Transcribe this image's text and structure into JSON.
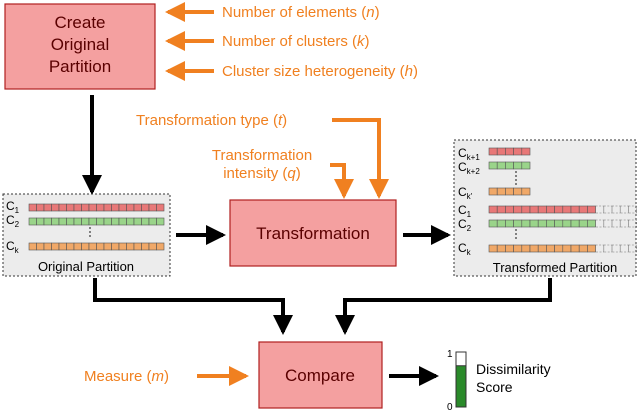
{
  "nodes": {
    "create": {
      "line1": "Create",
      "line2": "Original",
      "line3": "Partition"
    },
    "transformation": "Transformation",
    "compare": "Compare"
  },
  "params": {
    "n": {
      "text": "Number of elements (",
      "var": "n",
      "close": ")"
    },
    "k": {
      "text": "Number of clusters (",
      "var": "k",
      "close": ")"
    },
    "h": {
      "text": "Cluster size heterogeneity (",
      "var": "h",
      "close": ")"
    },
    "t": {
      "text": "Transformation type (",
      "var": "t",
      "close": ")"
    },
    "q": {
      "line1": "Transformation",
      "text": "intensity (",
      "var": "q",
      "close": ")"
    },
    "m": {
      "text": "Measure (",
      "var": "m",
      "close": ")"
    }
  },
  "original": {
    "caption": "Original Partition",
    "labels": [
      {
        "base": "C",
        "sub": "1"
      },
      {
        "base": "C",
        "sub": "2"
      },
      {
        "base": "C",
        "sub": "k"
      }
    ],
    "clusters": [
      {
        "cells": 18,
        "color": "#e87878"
      },
      {
        "cells": 18,
        "color": "#9ad48a"
      },
      {
        "cells": 18,
        "color": "#f0a868"
      }
    ]
  },
  "transformed": {
    "caption": "Transformed Partition",
    "labels": [
      {
        "base": "C",
        "sub": "k+1"
      },
      {
        "base": "C",
        "sub": "k+2"
      },
      {
        "base": "C",
        "sub": "k'"
      },
      {
        "base": "C",
        "sub": "1"
      },
      {
        "base": "C",
        "sub": "2"
      },
      {
        "base": "C",
        "sub": "k"
      }
    ],
    "clusters": [
      {
        "cells": 5,
        "empty": 0,
        "color": "#e87878"
      },
      {
        "cells": 5,
        "empty": 0,
        "color": "#9ad48a"
      },
      {
        "cells": 5,
        "empty": 0,
        "color": "#f0a868"
      },
      {
        "cells": 13,
        "empty": 5,
        "color": "#e87878"
      },
      {
        "cells": 13,
        "empty": 5,
        "color": "#9ad48a"
      },
      {
        "cells": 13,
        "empty": 5,
        "color": "#f0a868"
      }
    ]
  },
  "score": {
    "label_line1": "Dissimilarity",
    "label_line2": "Score",
    "max_label": "1",
    "min_label": "0",
    "value": 0.75,
    "fill_color": "#2a8a2a"
  }
}
